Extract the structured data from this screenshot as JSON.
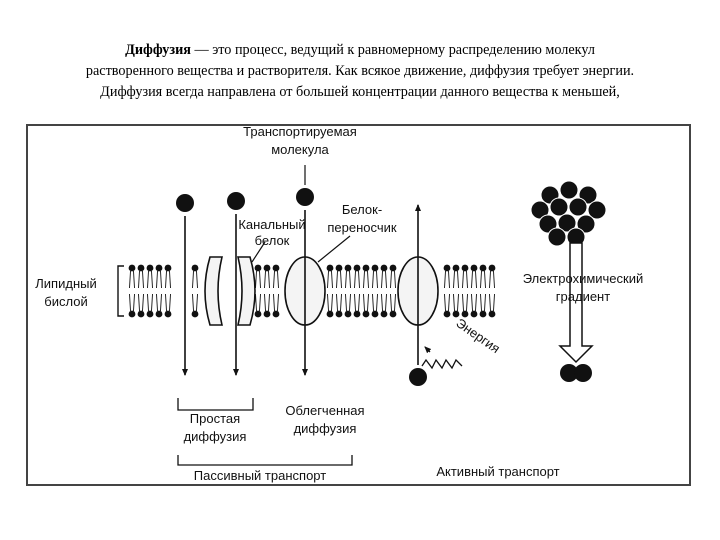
{
  "intro": {
    "term": "Диффузия",
    "text_1": " — это процесс, ведущий к равномерному распределению молекул",
    "text_2": "растворенного вещества и растворителя. Как всякое движение, диффузия требует энергии.",
    "text_3": "Диффузия всегда направлена от большей концентрации данного вещества к меньшей,"
  },
  "figure": {
    "label_molecule_1": "Транспортируемая",
    "label_molecule_2": "молекула",
    "label_channel_1": "Канальный",
    "label_channel_2": "белок",
    "label_carrier_1": "Белок-",
    "label_carrier_2": "переносчик",
    "label_bilayer_1": "Липидный",
    "label_bilayer_2": "бислой",
    "label_gradient_1": "Электрохимический",
    "label_gradient_2": "градиент",
    "label_energy": "Энергия",
    "label_simple_1": "Простая",
    "label_simple_2": "диффузия",
    "label_facilitated_1": "Облегченная",
    "label_facilitated_2": "диффузия",
    "label_passive": "Пассивный транспорт",
    "label_active": "Активный транспорт"
  },
  "colors": {
    "ink": "#111111",
    "frame": "#444444"
  }
}
